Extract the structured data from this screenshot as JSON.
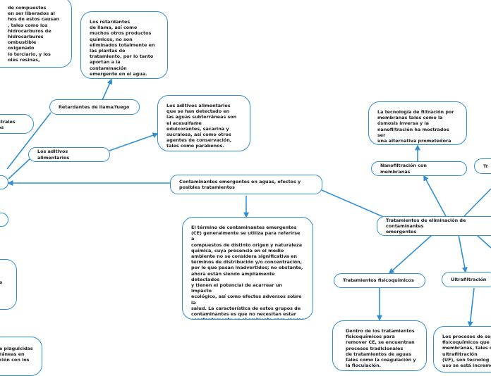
{
  "colors": {
    "line": "#2f8fd2",
    "node_bg": "#ffffff",
    "text": "#1a1a1a"
  },
  "nodes": {
    "top_left_fragment": "de compuestos\nen ser liberados al\nhos de estos causan\n, tales como los\nhidrocarburos de\nhidrocarburos\nombustible oxigenado\nlo terciario, y los\noles resinas,",
    "retardantes_desc": "Los retardantes\n de llama, así como\nmuchos otros productos\nquímicos, no son\neliminados totalmente en\nlas plantas de\ntratamiento, por lo tanto\naportan a la\ncontaminación\nemergente en el agua.",
    "retardantes": "Retardantes de llama/fuego",
    "industriales_fragment": "strales\nos",
    "aditivos": "Los aditivos alimentarios",
    "aditivos_desc": "Los aditivos alimentarios\nque se han detectado en\nlas aguas subterráneas son\nel acesulfame\nedulcorantes, sacarina y\nsucralosa, así como otros\nagentes de conservación,\ntales como parabenos.",
    "nanofiltracion_desc": "La tecnología de filtración por\nmembranas tales como la\nósmosis inversa y la\nnanofiltración ha mostrados ser\nuna alternativa prometedora\npara eliminar contaminantes.",
    "nanofiltracion": "Nanofiltración con membranas",
    "tr_fragment": "Tr",
    "central": "Contaminantes emergentes en aguas, efectos y\nposibles tratamientos",
    "definicion": "El término de contaminantes emergentes\n(CE) generalmente se utiliza para referirse a\ncompuestos de distinto origen y naturaleza\nquímica, cuya presencia en el medio\nambiente no se considera significativa en\ntérminos de distribución y/o concentración,\npor lo que pasan inadvertidos; no obstante,\nahora están siendo ampliamente detectados\ny tienen el potencial de acarrear un impacto\necológico, así como efectos adversos sobre la\nsalud. La característica de estos grupos de\ncontaminantes es que no necesitan estar\nconstantemente en el ambiente para causar\nefectos negativos, puesto que sus altas tasas\nde transformación/remoción se pueden\ncompensar por su introducción continua en el\nambiente",
    "tratamientos_eliminacion": "Tratamientos de eliminación de contaminantes\nemergentes",
    "fisicoquimicos": "Tratamientos fisicoquímicos",
    "ultrafiltracion": "Ultrafiltración",
    "fisicoquimicos_desc": "Dentro de los tratamientos\nfisicoquímicos para\nremover CE, se encuentran\nprocesos tradicionales\nde tratamientos de aguas\ntales como la coagulación y\nla floculación.",
    "ultrafiltracion_desc": "Los procesos de sep\nfisicoquímicos que c\nmembranas, tales c\nultrafiltración\n (UF), son tecnolog\nuso se está increme",
    "plaguicidas_fragment": "e plaguicidas\nráneas en\nción con los",
    "left_mid_fragment": "o"
  }
}
